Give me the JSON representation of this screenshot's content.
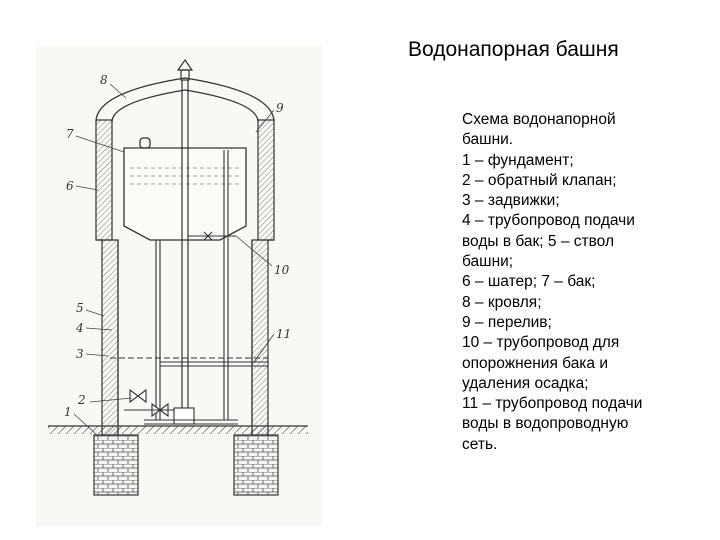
{
  "slide": {
    "title": "Водонапорная башня",
    "legend_lines": [
      "Схема водонапорной",
      "башни.",
      "1 – фундамент;",
      "2 – обратный клапан;",
      "3 – задвижки;",
      "4 – трубопровод подачи",
      "воды в бак; 5 – ствол",
      "башни;",
      "6 – шатер; 7 – бак;",
      "8 – кровля;",
      "9 – перелив;",
      "10 – трубопровод для",
      "опорожнения бака и",
      "удаления осадка;",
      "11 – трубопровод подачи",
      "воды в водопроводную",
      "сеть."
    ]
  },
  "diagram": {
    "callouts": [
      "8",
      "9",
      "7",
      "6",
      "10",
      "5",
      "4",
      "3",
      "11",
      "2",
      "1"
    ]
  }
}
